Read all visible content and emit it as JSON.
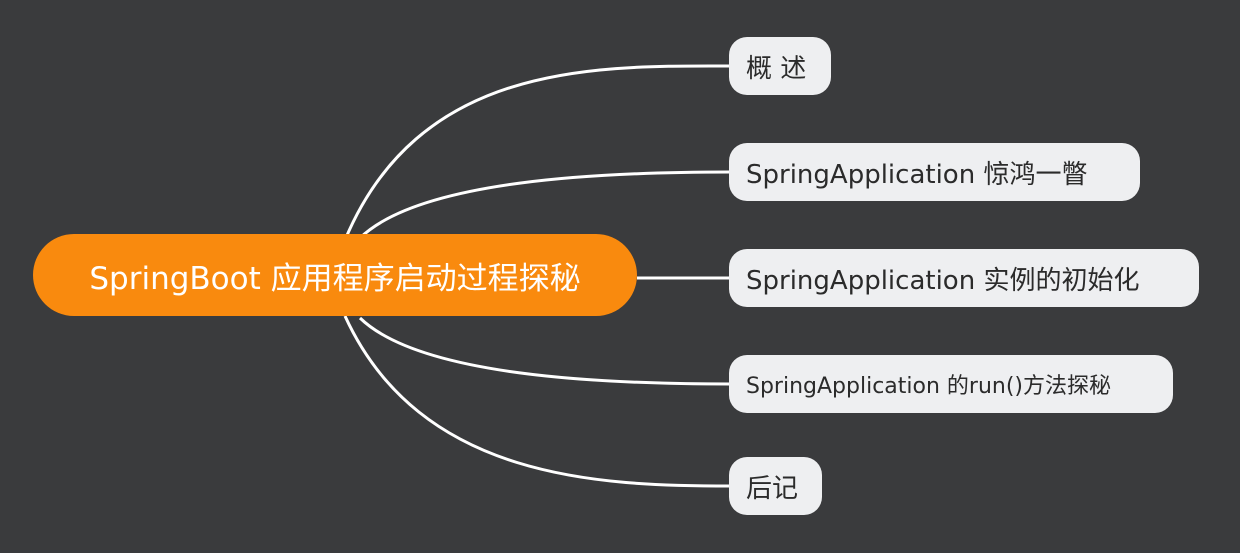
{
  "mindmap": {
    "root": {
      "label": "SpringBoot 应用程序启动过程探秘"
    },
    "branches": [
      {
        "label": "概 述"
      },
      {
        "label": "SpringApplication 惊鸿一瞥"
      },
      {
        "label": "SpringApplication 实例的初始化"
      },
      {
        "label": "SpringApplication 的run()方法探秘"
      },
      {
        "label": "后记"
      }
    ]
  },
  "colors": {
    "background": "#3a3b3d",
    "root_fill": "#f98a0e",
    "branch_fill": "#eeeff1",
    "connector": "#ffffff"
  }
}
